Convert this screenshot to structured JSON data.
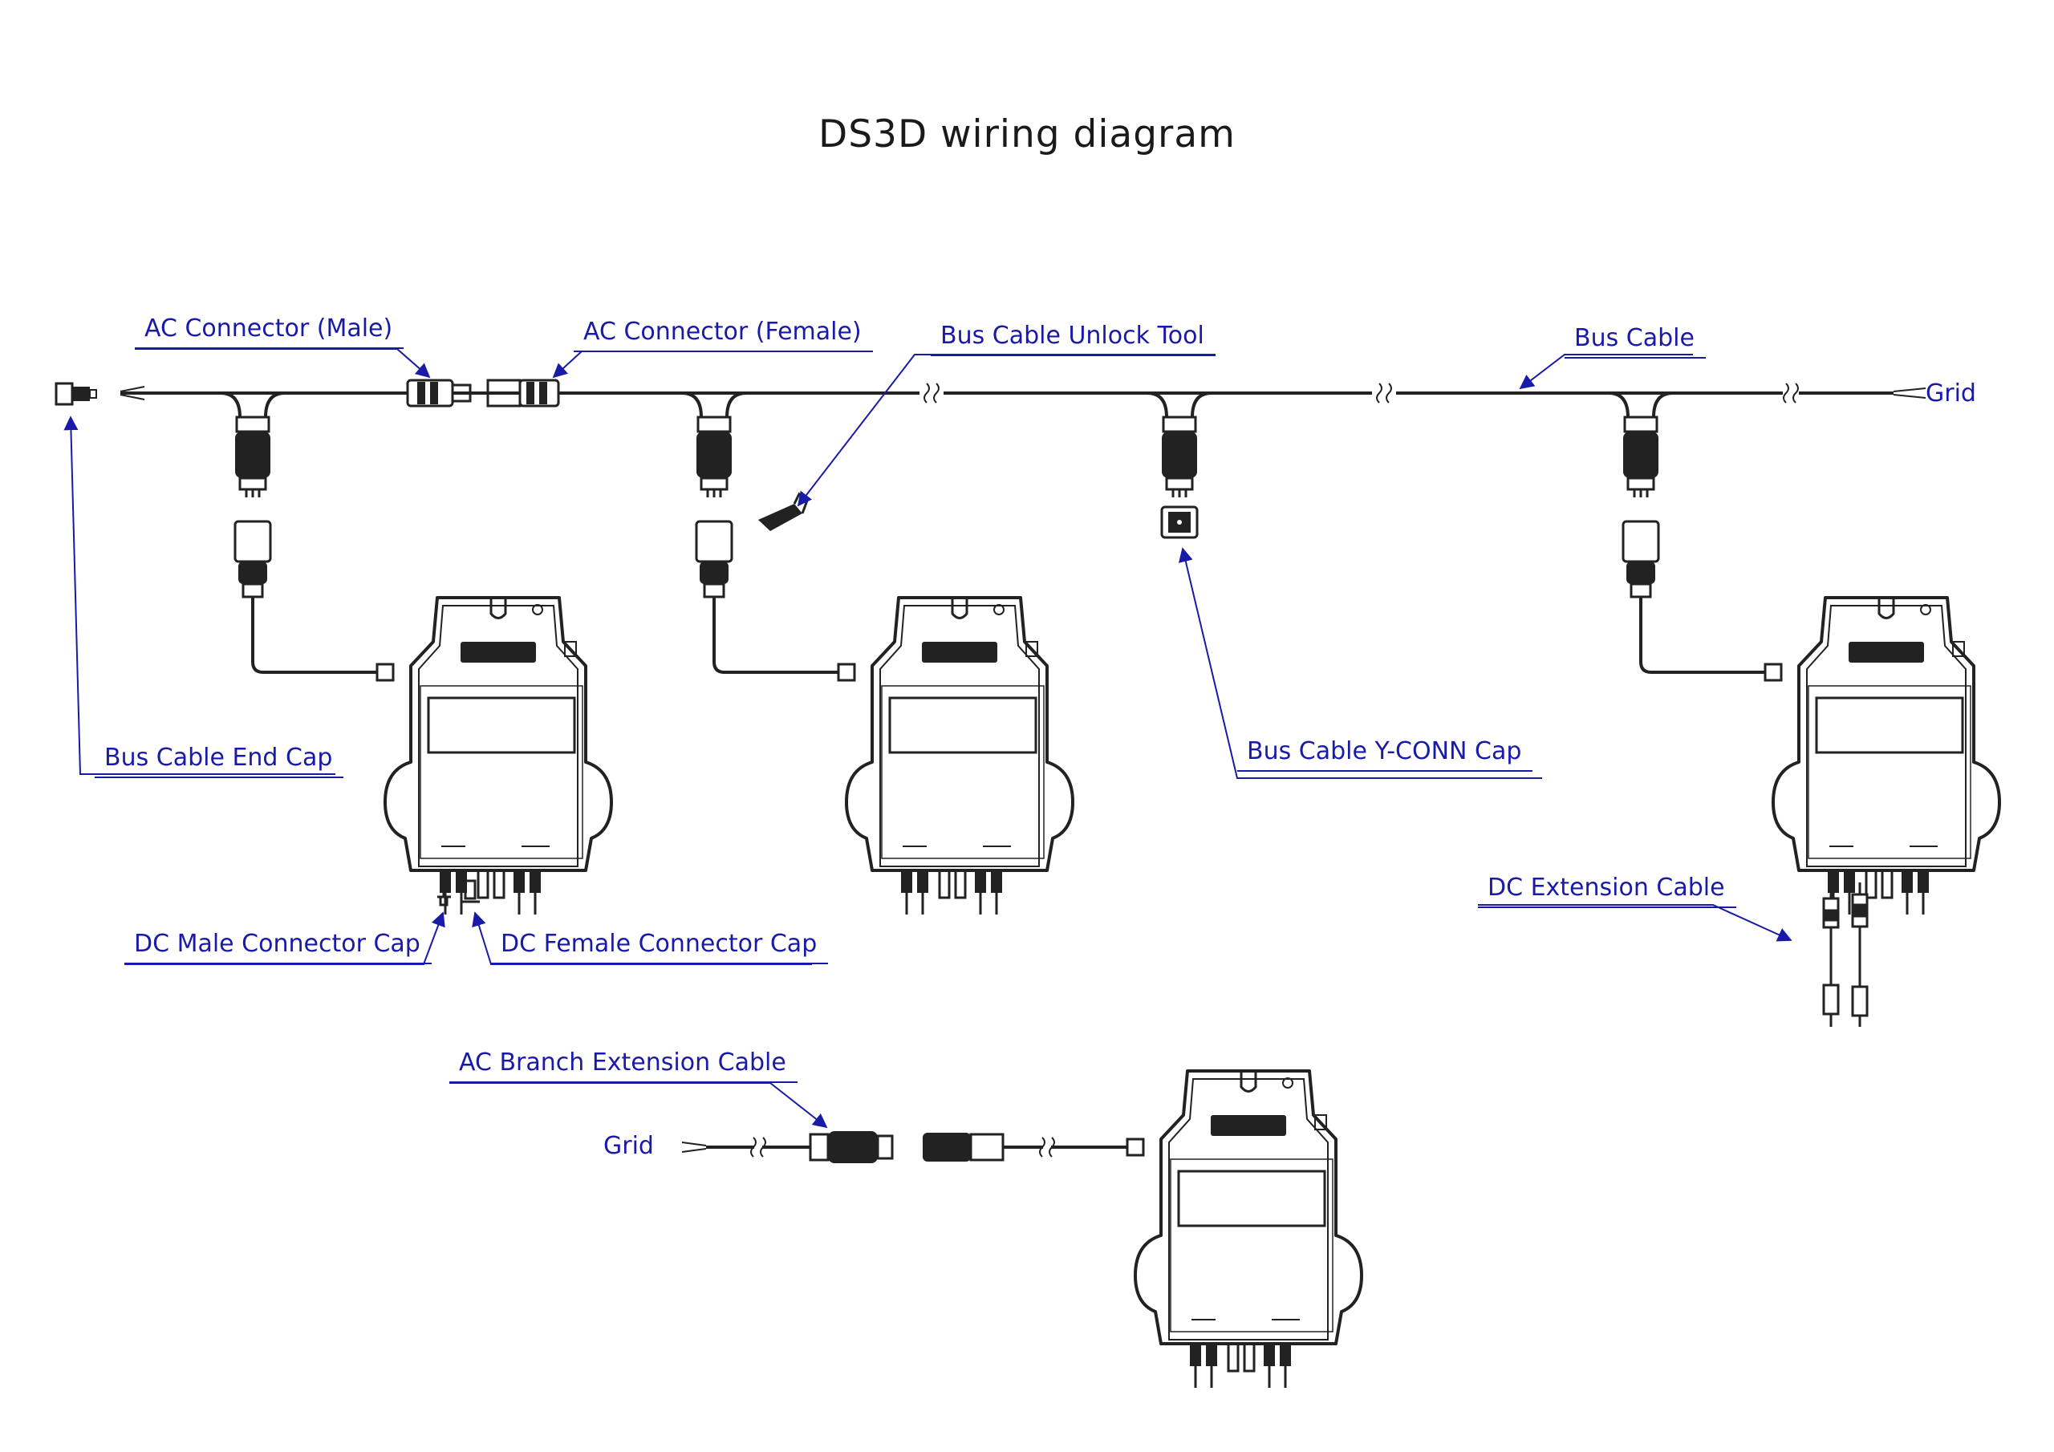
{
  "title": "DS3D wiring diagram",
  "labels": {
    "ac_connector_male": "AC Connector (Male)",
    "ac_connector_female": "AC Connector (Female)",
    "bus_cable_unlock_tool": "Bus Cable Unlock Tool",
    "bus_cable": "Bus Cable",
    "grid_top": "Grid",
    "bus_cable_end_cap": "Bus Cable End Cap",
    "bus_cable_yconn_cap": "Bus Cable Y-CONN Cap",
    "dc_extension_cable": "DC Extension Cable",
    "dc_male_connector_cap": "DC Male Connector Cap",
    "dc_female_connector_cap": "DC Female Connector Cap",
    "ac_branch_extension_cable": "AC Branch Extension Cable",
    "grid_bottom": "Grid"
  },
  "colors": {
    "label": "#1a1aa8",
    "line": "#222222",
    "background": "#ffffff"
  }
}
